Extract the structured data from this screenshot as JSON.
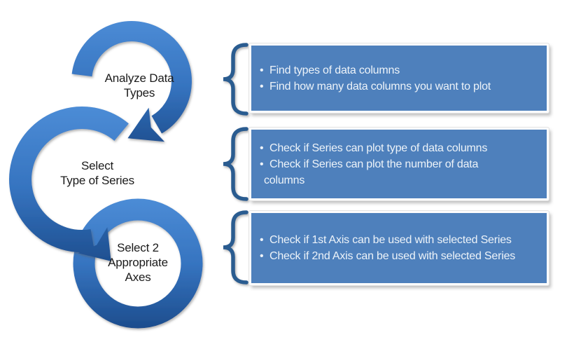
{
  "diagram": {
    "bullet_char": "•",
    "steps": [
      {
        "label_lines": [
          "Analyze Data",
          "Types"
        ],
        "bullets": [
          {
            "lines": [
              "Find types of data columns"
            ]
          },
          {
            "lines": [
              "Find how many data columns you want to plot"
            ]
          }
        ]
      },
      {
        "label_lines": [
          "Select",
          "Type of Series"
        ],
        "bullets": [
          {
            "lines": [
              "Check if Series can plot type of data columns"
            ]
          },
          {
            "lines": [
              "Check if Series can plot the number of data",
              "columns"
            ]
          }
        ]
      },
      {
        "label_lines": [
          "Select 2",
          "Appropriate",
          "Axes"
        ],
        "bullets": [
          {
            "lines": [
              "Check if 1st Axis can be used with selected Series"
            ]
          },
          {
            "lines": [
              "Check if 2nd Axis can be used with selected Series"
            ]
          }
        ]
      }
    ],
    "colors": {
      "box_fill": "#4E80BC",
      "box_border": "#FCFCFC",
      "bullet_text": "#EDF3F9",
      "label_text": "#1B1B1B",
      "ring_gradient_top": "#4C8CD6",
      "ring_gradient_mid": "#3674C0",
      "ring_gradient_bottom": "#1C4C8C",
      "brace": "#2C5B90",
      "background": "#FFFFFF"
    }
  }
}
